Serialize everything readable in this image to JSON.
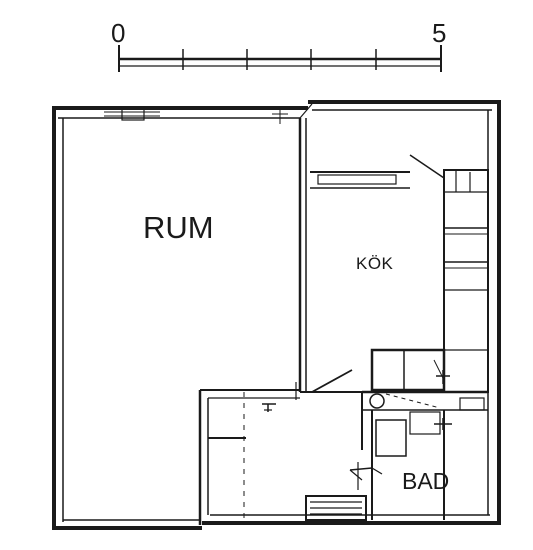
{
  "scale": {
    "start_label": "0",
    "end_label": "5"
  },
  "rooms": {
    "living_room": "RUM",
    "kitchen": "KÖK",
    "bathroom": "BAD"
  }
}
